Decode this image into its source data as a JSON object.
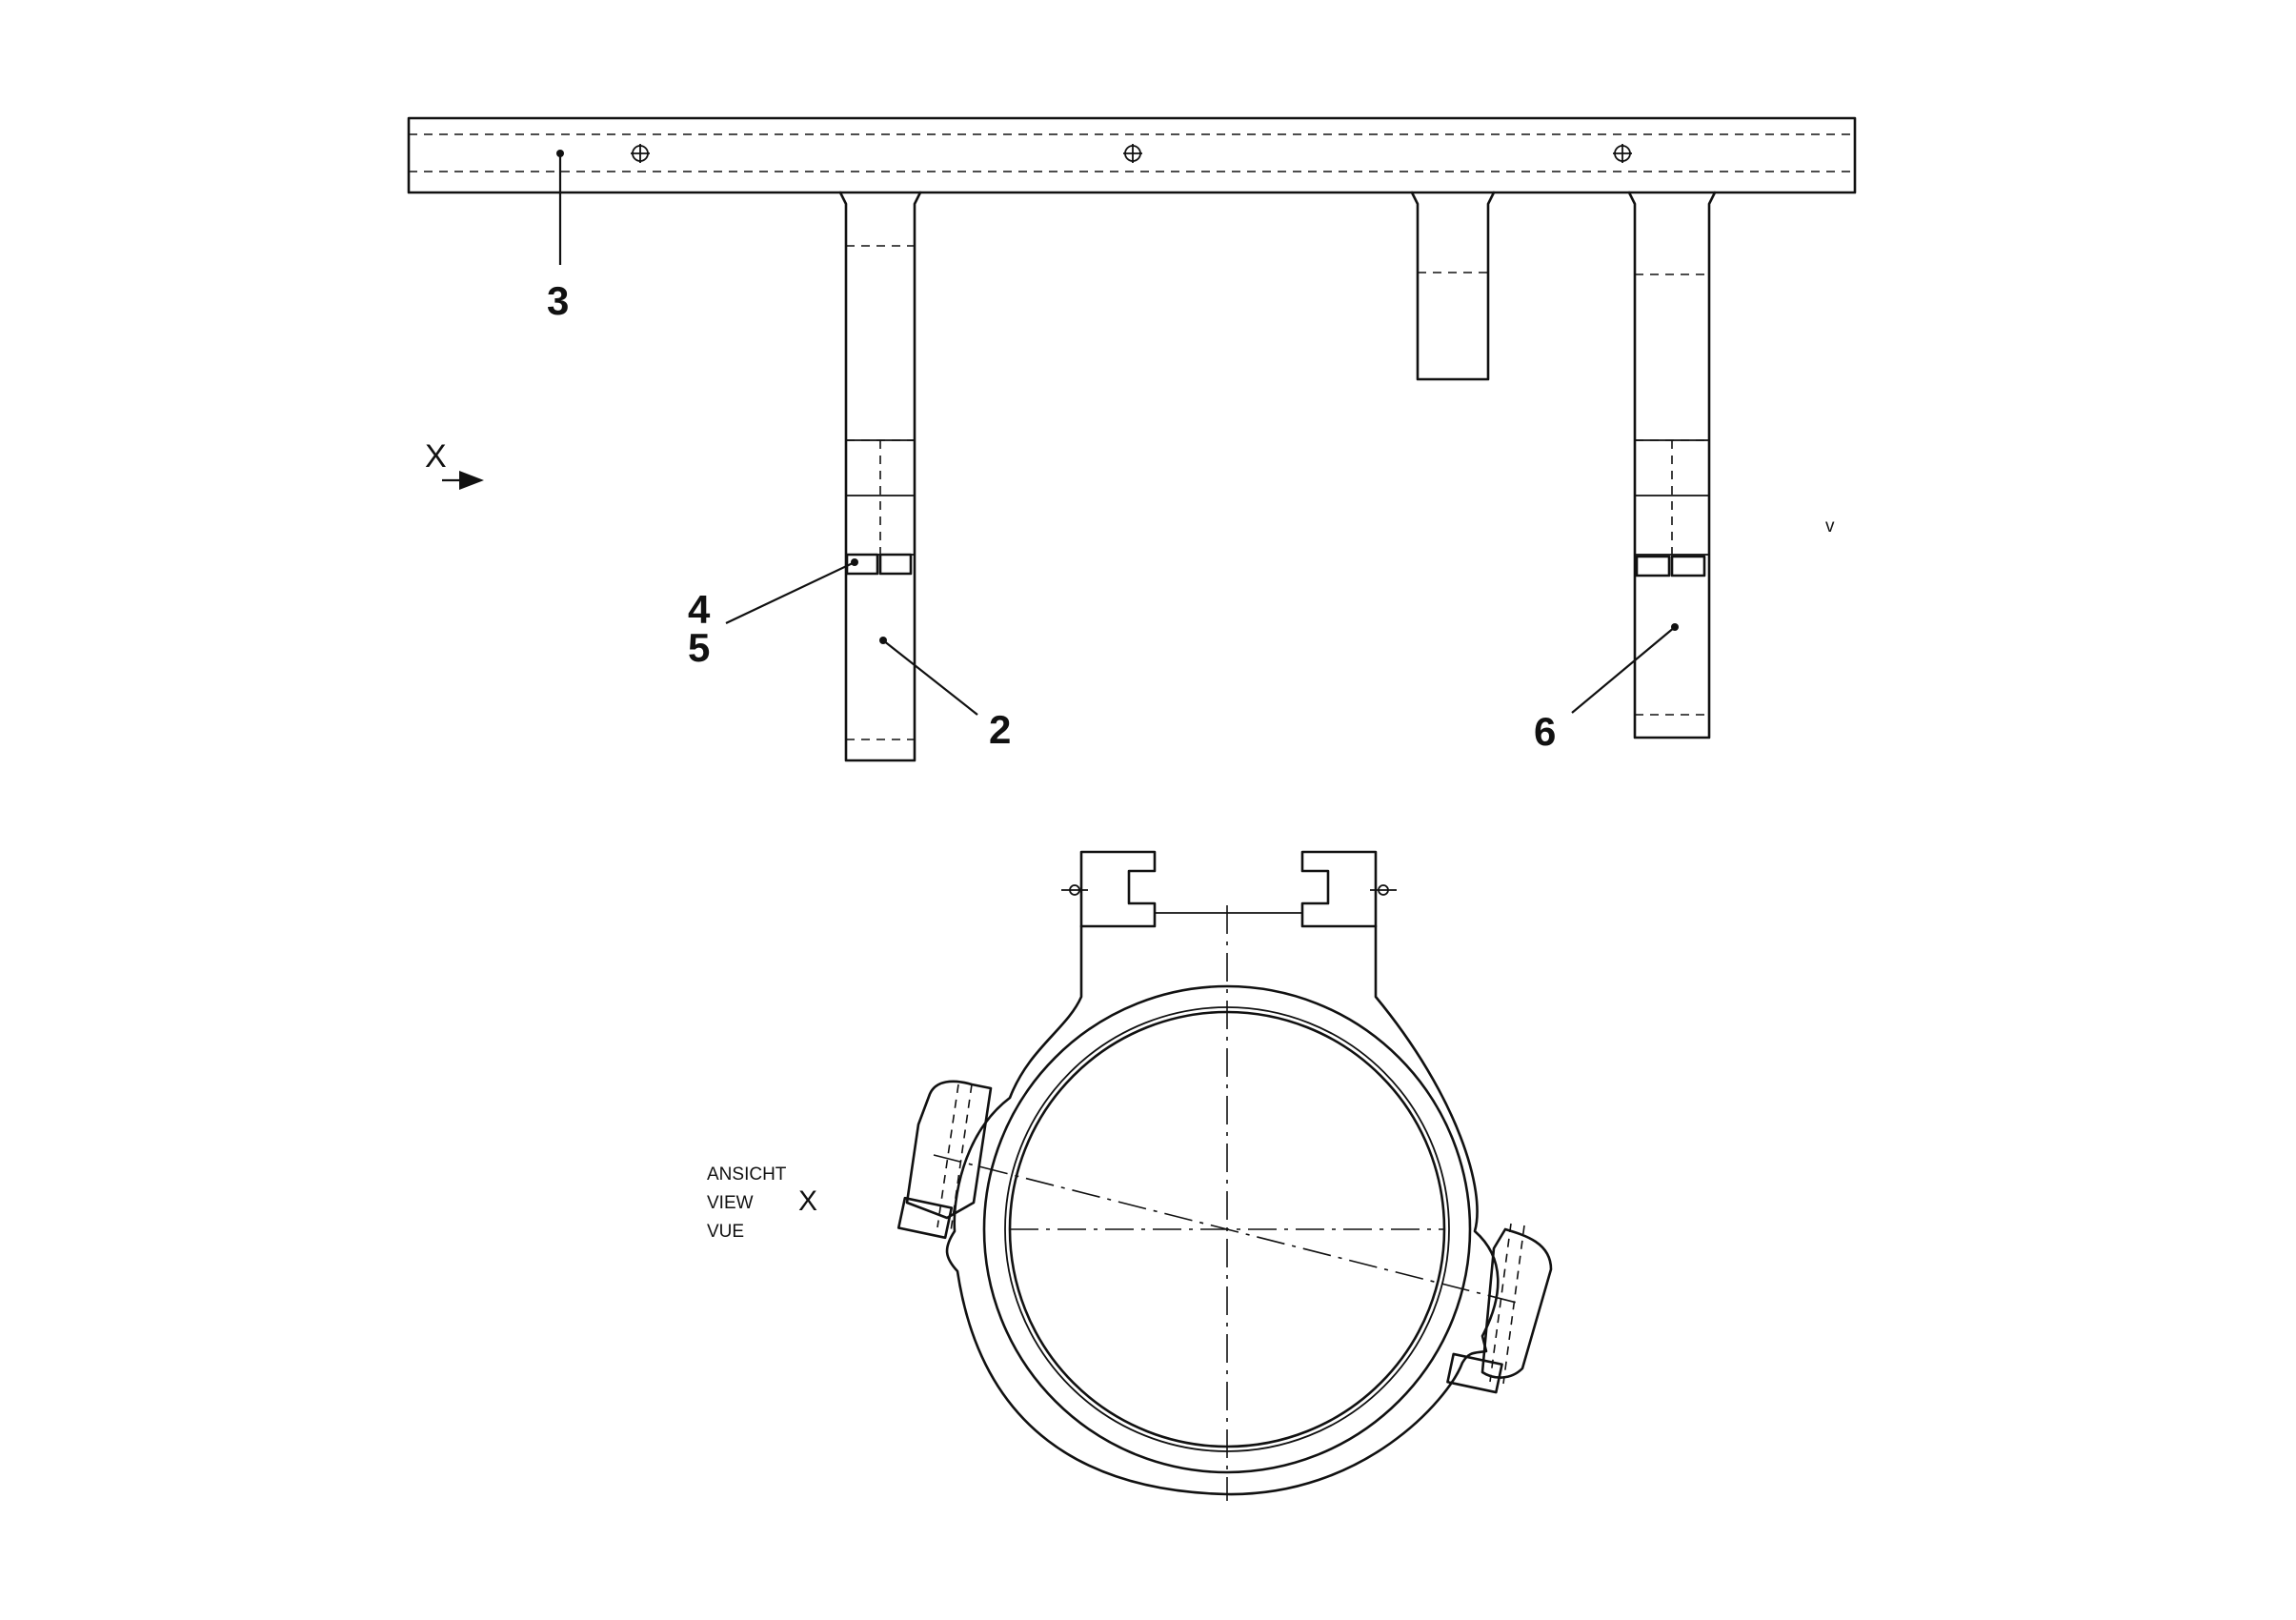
{
  "callouts": {
    "item_3": "3",
    "item_4": "4",
    "item_5": "5",
    "item_2": "2",
    "item_6": "6"
  },
  "view_marker": {
    "label": "X"
  },
  "section_view": {
    "line1": "ANSICHT",
    "line2": "VIEW",
    "line3": "VUE",
    "designator": "X"
  },
  "stray_mark": "v"
}
